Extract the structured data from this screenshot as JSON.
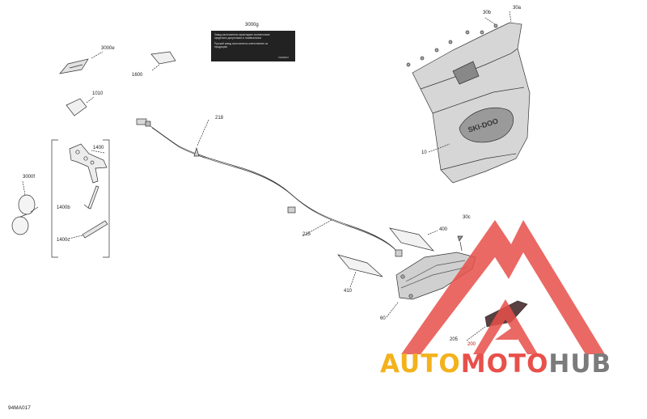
{
  "diagram": {
    "code": "94MA017",
    "labels": {
      "p3000e": "3000e",
      "p1600": "1600",
      "p3000g": "3000g",
      "p30b": "30b",
      "p30a": "30a",
      "p1010": "1010",
      "p218": "218",
      "p10": "10",
      "p1400": "1400",
      "p3000f": "3000f",
      "p1400b": "1400b",
      "p1400c": "1400c",
      "p215": "215",
      "p30c": "30c",
      "p400": "400",
      "p410": "410",
      "p60": "60",
      "p205": "205",
      "p200": "200"
    },
    "hood_logo": "SKI-DOO",
    "warning_label": {
      "line1": "Завод-изготовитель гарантирует соответствие",
      "line2": "предельно допустимых и номинальных",
      "line3": "Русский завод изготовитель ответственен за",
      "line4": "продукцию",
      "line5": "704906527"
    }
  },
  "watermark": {
    "word1": "AUTO",
    "word2": "MOTO",
    "word3": "HUB",
    "colors": {
      "auto": "#f3b21c",
      "moto": "#e8504a",
      "hub": "#7b7b7b",
      "triangle": "#e8504a"
    }
  }
}
